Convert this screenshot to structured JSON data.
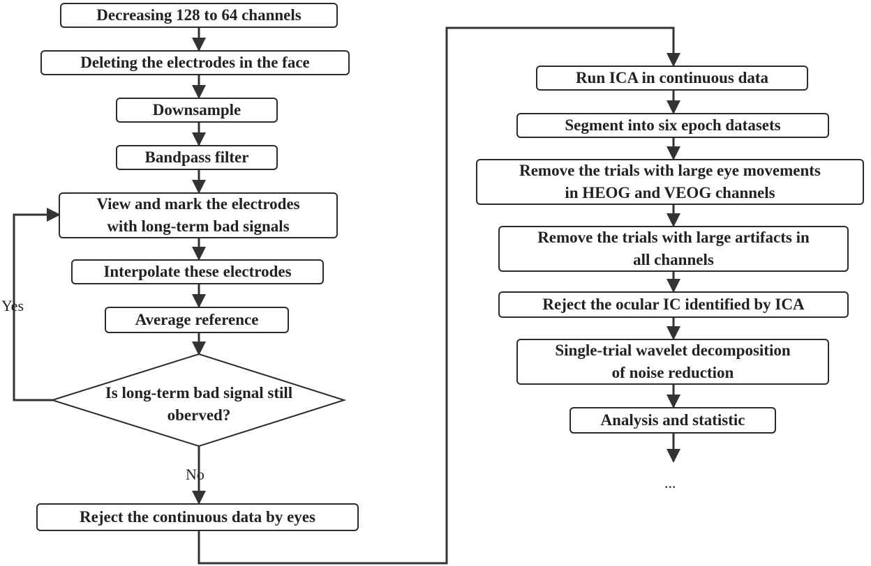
{
  "steps_left": [
    "Decreasing 128 to 64 channels",
    "Deleting the electrodes in the face",
    "Downsample",
    "Bandpass filter",
    "View and mark the electrodes\nwith long-term bad signals",
    "Interpolate these electrodes",
    "Average reference"
  ],
  "decision": "Is long-term bad signal still\noberved?",
  "yes_label": "Yes",
  "no_label": "No",
  "reject_step": "Reject the continuous data by eyes",
  "steps_right": [
    "Run ICA in continuous data",
    "Segment into six epoch datasets",
    "Remove the trials with large eye movements\nin HEOG and VEOG channels",
    "Remove the trials with large artifacts in\nall channels",
    "Reject the ocular IC identified by ICA",
    "Single-trial wavelet decomposition\nof noise reduction",
    "Analysis and statistic"
  ],
  "ellipsis": "...",
  "colors": {
    "line": "#333333",
    "border": "#2b2b2b",
    "text": "#222222"
  }
}
